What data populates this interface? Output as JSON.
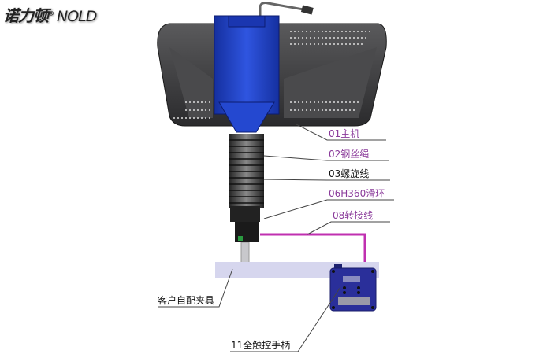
{
  "logo": {
    "cn": "诺力顿",
    "en": "NOLD",
    "reg_mark": "®"
  },
  "labels": {
    "main_unit": "01主机",
    "wire_rope": "02钢丝绳",
    "spiral_cable": "03螺旋线",
    "slip_ring": "06H360滑环",
    "adapter_cable": "08转接线",
    "customer_fixture": "客户自配夹具",
    "touch_handle": "11全触控手柄"
  },
  "colors": {
    "label_purple": "#8a3a9a",
    "body_dark": "#3a3a3c",
    "unit_blue": "#1f3fc0",
    "cable_magenta": "#c030b0",
    "fixture_plate": "#d6d6ee",
    "handle_blue": "#2a2f9a"
  }
}
